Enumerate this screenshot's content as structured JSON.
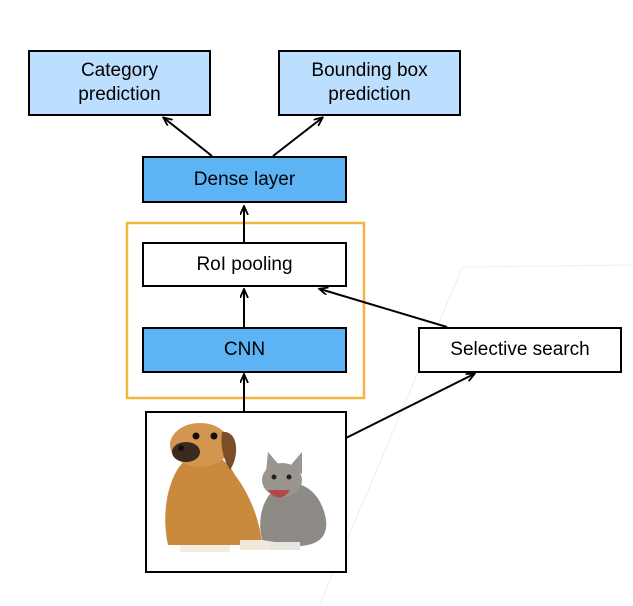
{
  "nodes": {
    "category": "Category\nprediction",
    "bbox": "Bounding box\nprediction",
    "dense": "Dense layer",
    "roi": "RoI pooling",
    "cnn": "CNN",
    "selective": "Selective search"
  },
  "image": {
    "subject": "puppy and kitten photo"
  },
  "colors": {
    "light_blue": "#bddfff",
    "mid_blue": "#5cb4f5",
    "highlight_frame": "#f5b342"
  }
}
